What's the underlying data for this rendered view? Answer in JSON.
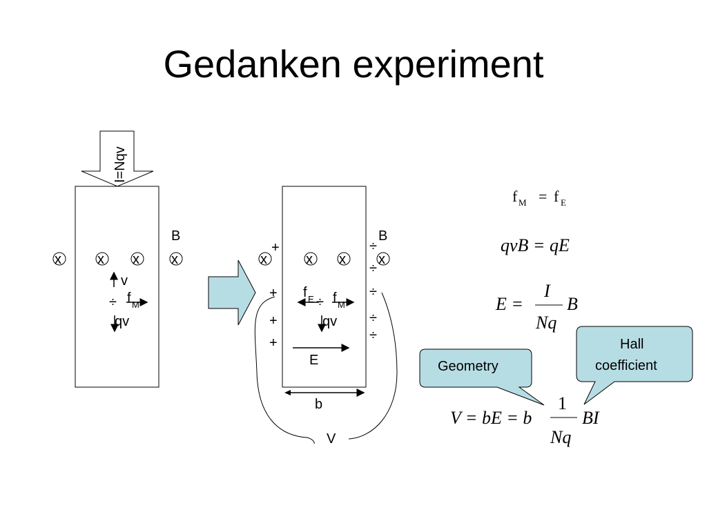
{
  "title": "Gedanken experiment",
  "left_diagram": {
    "current_arrow_label": "I=Nqv",
    "b_field_label": "B",
    "into_page_symbol": "x",
    "velocity_label": "v",
    "charge_symbol": "÷",
    "force_label": "f",
    "force_sub": "M",
    "qv_label": "qv"
  },
  "right_diagram": {
    "b_field_label": "B",
    "into_page_symbol": "x",
    "plus_symbol": "+",
    "minus_symbol": "÷",
    "fe_label": "f",
    "fe_sub": "E",
    "fm_label": "f",
    "fm_sub": "M",
    "qv_label": "qv",
    "e_field_label": "E",
    "width_label": "b",
    "voltage_label": "V"
  },
  "equations": {
    "eq1_lhs": "f",
    "eq1_lhs_sub": "M",
    "eq1_op": "=",
    "eq1_rhs": "f",
    "eq1_rhs_sub": "E",
    "eq2": "qvB = qE",
    "eq3_lhs": "E =",
    "eq3_num": "I",
    "eq3_den": "Nq",
    "eq3_tail": "B",
    "eq4_lhs": "V = bE = b",
    "eq4_num": "1",
    "eq4_den": "Nq",
    "eq4_tail": "BI"
  },
  "callouts": {
    "geometry": "Geometry",
    "hall_line1": "Hall",
    "hall_line2": "coefficient"
  },
  "colors": {
    "callout_fill": "#b7dde4",
    "arrow_fill": "#b7dde4"
  }
}
